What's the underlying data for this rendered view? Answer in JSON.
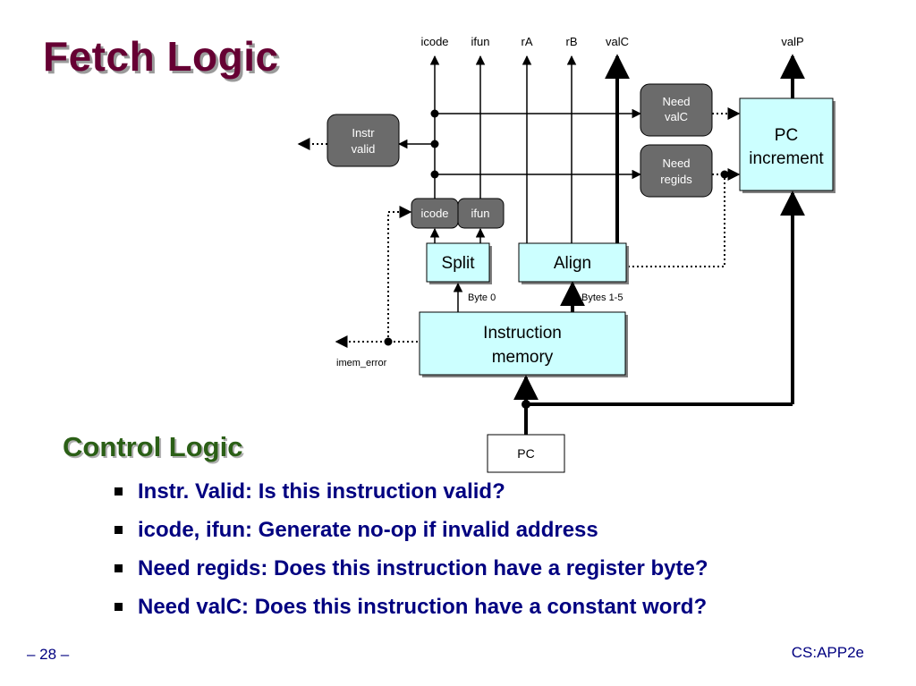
{
  "slide": {
    "title": "Fetch Logic",
    "page_number": "– 28 –",
    "course": "CS:APP2e"
  },
  "section": {
    "heading": "Control Logic",
    "bullets": [
      "Instr. Valid: Is this instruction valid?",
      "icode, ifun: Generate no-op if invalid address",
      "Need regids: Does this instruction have a register byte?",
      "Need valC: Does this instruction have a constant word?"
    ]
  },
  "diagram": {
    "outputs": {
      "icode": "icode",
      "ifun": "ifun",
      "rA": "rA",
      "rB": "rB",
      "valC": "valC",
      "valP": "valP"
    },
    "blocks": {
      "need_valc": [
        "Need",
        "valC"
      ],
      "need_regids": [
        "Need",
        "regids"
      ],
      "instr_valid": [
        "Instr",
        "valid"
      ],
      "icode": "icode",
      "ifun": "ifun",
      "split": "Split",
      "align": "Align",
      "pc_increment": [
        "PC",
        "increment"
      ],
      "instruction_memory": [
        "Instruction",
        "memory"
      ],
      "pc": "PC"
    },
    "labels": {
      "byte0": "Byte 0",
      "bytes15": "Bytes 1-5",
      "imem_error": "imem_error"
    },
    "colors": {
      "cyan_fill": "#ccffff",
      "gray_fill": "#6b6b6b",
      "title": "#660033",
      "heading": "#2b5f16",
      "body_text": "#000080"
    }
  }
}
